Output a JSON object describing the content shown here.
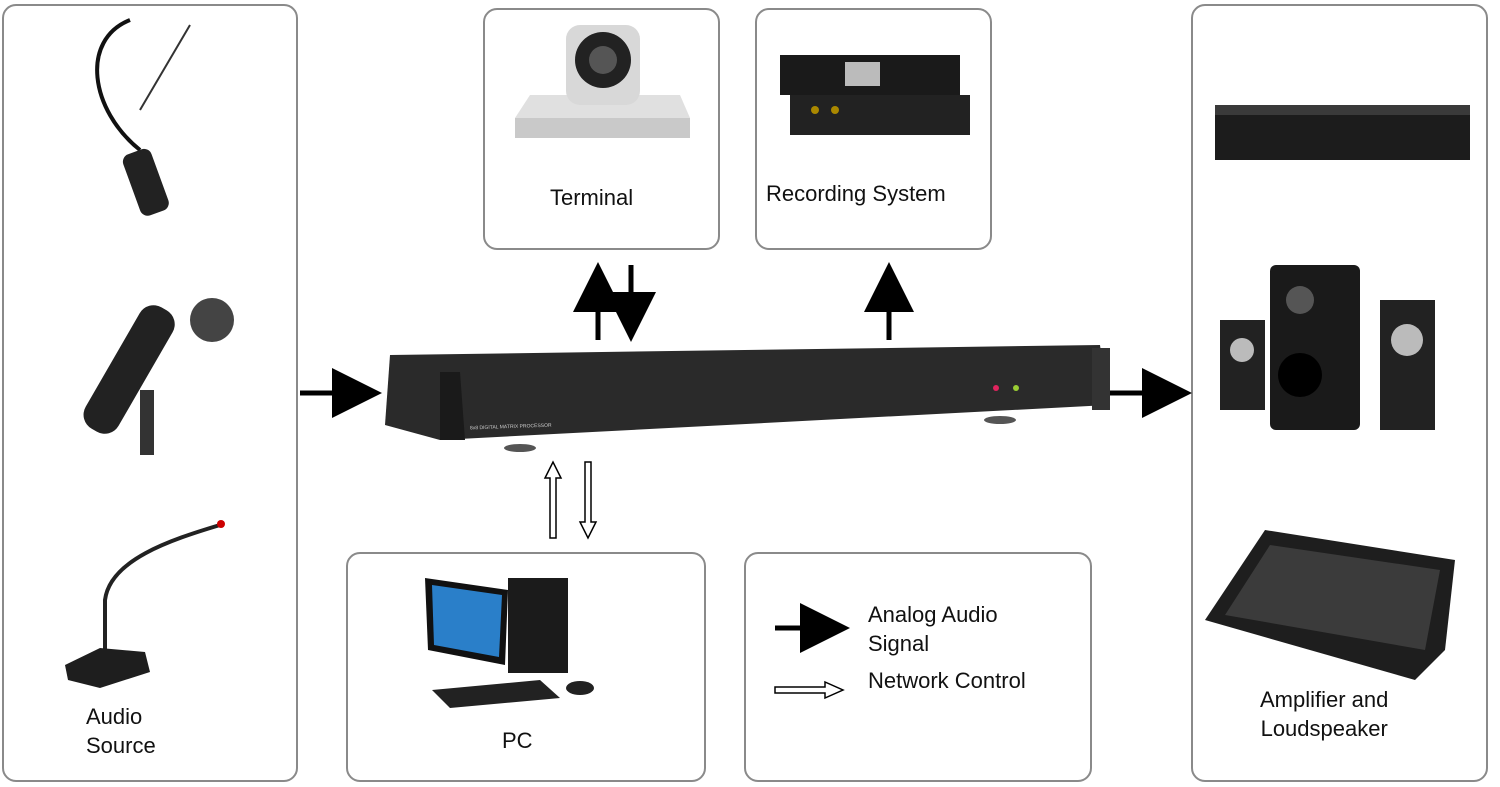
{
  "audio_source": {
    "label_line1": "Audio",
    "label_line2": "Source"
  },
  "terminal": {
    "label": "Terminal"
  },
  "recording": {
    "label": "Recording System"
  },
  "pc": {
    "label": "PC"
  },
  "output": {
    "label_line1": "Amplifier and",
    "label_line2": "Loudspeaker"
  },
  "processor": {
    "label": "8x8 DIGITAL MATRIX PROCESSOR"
  },
  "legend": {
    "analog_line1": "Analog Audio",
    "analog_line2": "Signal",
    "network": "Network Control"
  },
  "colors": {
    "border": "#8a8a8a",
    "device": "#2a2a2a",
    "arrow": "#000000"
  }
}
